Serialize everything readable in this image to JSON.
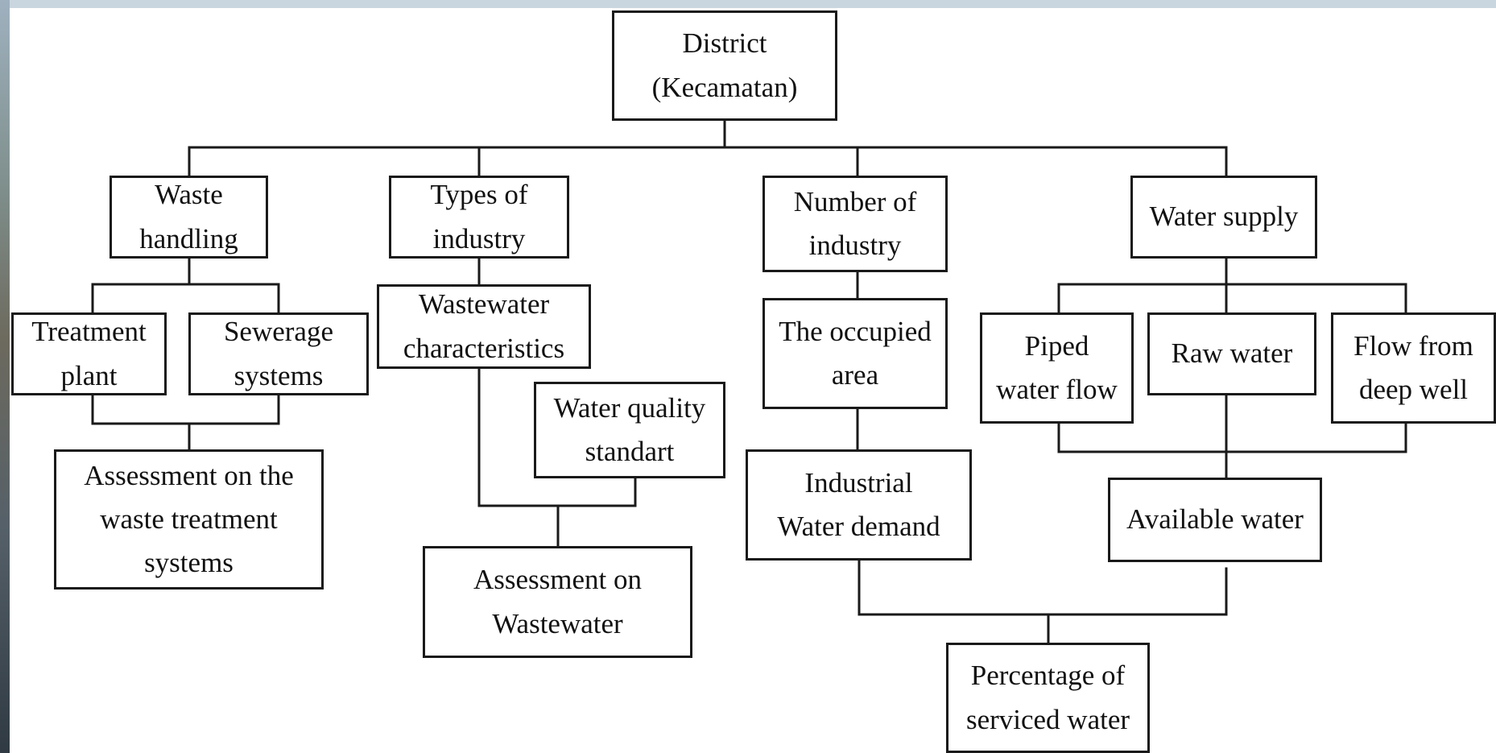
{
  "diagram": {
    "nodes": {
      "district": [
        "District",
        "(Kecamatan)"
      ],
      "waste_handling": [
        "Waste",
        "handling"
      ],
      "types_of_industry": [
        "Types of",
        "industry"
      ],
      "number_of_industry": [
        "Number of",
        "industry"
      ],
      "water_supply": [
        "Water supply"
      ],
      "treatment_plant": [
        "Treatment",
        "plant"
      ],
      "sewerage_systems": [
        "Sewerage",
        "systems"
      ],
      "assessment_waste_treatment": [
        "Assessment on the",
        "waste treatment",
        "systems"
      ],
      "wastewater_characteristics": [
        "Wastewater",
        "characteristics"
      ],
      "water_quality_standart": [
        "Water quality",
        "standart"
      ],
      "assessment_wastewater": [
        "Assessment on",
        "Wastewater"
      ],
      "occupied_area": [
        "The occupied",
        "area"
      ],
      "industrial_water_demand": [
        "Industrial",
        "Water demand"
      ],
      "piped_water_flow": [
        "Piped",
        "water flow"
      ],
      "raw_water": [
        "Raw water"
      ],
      "flow_from_deep_well": [
        "Flow from",
        "deep well"
      ],
      "available_water": [
        "Available water"
      ],
      "percentage_serviced_water": [
        "Percentage of",
        "serviced water"
      ]
    },
    "line_color": "#1a1a1a",
    "box_border_color": "#1a1a1a",
    "background_color": "#ffffff"
  }
}
